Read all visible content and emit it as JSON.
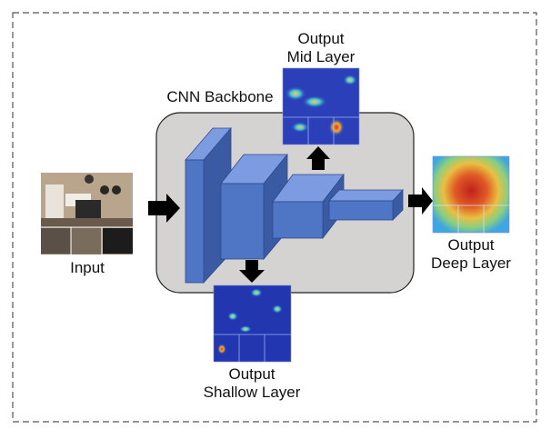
{
  "diagram": {
    "backbone_title": "CNN Backbone",
    "input_label": "Input",
    "outputs": {
      "mid": [
        "Output",
        "Mid Layer"
      ],
      "deep": [
        "Output",
        "Deep Layer"
      ],
      "shallow": [
        "Output",
        "Shallow Layer"
      ]
    }
  },
  "colors": {
    "border": "#555555",
    "backbone_fill": "#d4d3d1",
    "block_front": "#4f76c4",
    "block_top": "#7c9be0",
    "block_side": "#3a5aa4",
    "arrow": "#000000"
  },
  "heatmaps": {
    "shallow": "low-activation-heatmap",
    "mid": "mid-activation-heatmap",
    "deep": "high-activation-heatmap"
  }
}
